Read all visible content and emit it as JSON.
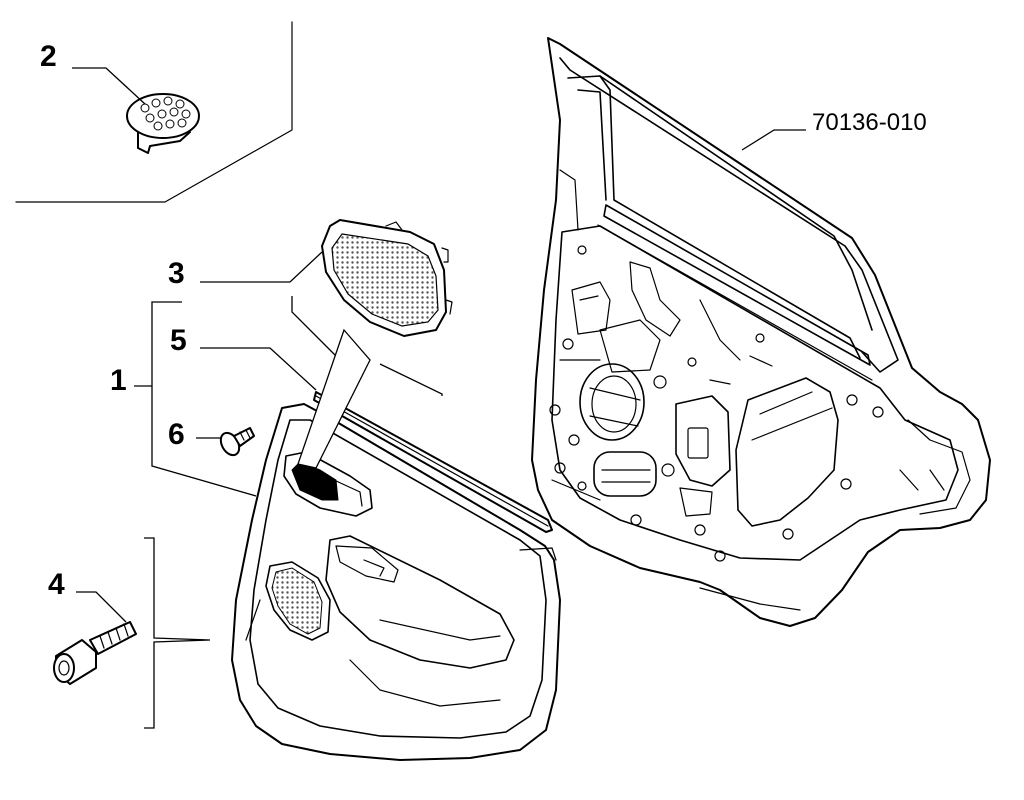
{
  "labels": {
    "c1": "1",
    "c2": "2",
    "c3": "3",
    "c4": "4",
    "c5": "5",
    "c6": "6",
    "ref": "70136-010"
  },
  "colors": {
    "ink": "#000000",
    "paper": "#ffffff",
    "mesh": "#555555"
  }
}
